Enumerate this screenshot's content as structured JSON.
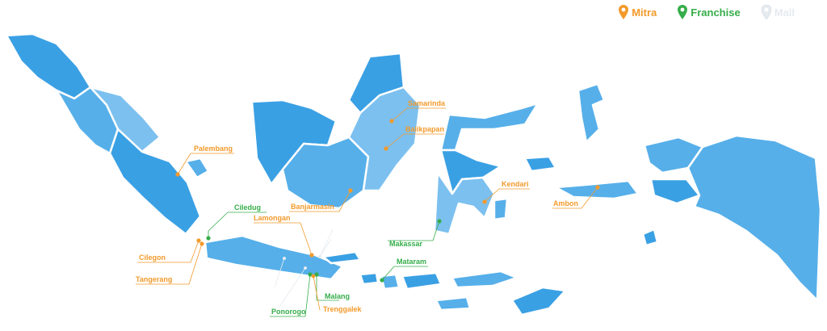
{
  "legend": {
    "mitra": {
      "label": "Mitra",
      "color": "#f39a2b",
      "icon": "map-pin-icon"
    },
    "franchise": {
      "label": "Franchise",
      "color": "#36ad4a",
      "icon": "map-pin-icon"
    },
    "third": {
      "label": "Mall",
      "color": "#e6ebf0",
      "icon": "map-pin-icon"
    }
  },
  "colors": {
    "island_light": "#7cc0ef",
    "island_mid": "#56afe9",
    "island_dark": "#3aa0e4",
    "border": "#ffffff"
  },
  "cities": {
    "palembang": {
      "label": "Palembang",
      "type": "mitra"
    },
    "samarinda": {
      "label": "Samarinda",
      "type": "mitra"
    },
    "balikpapan": {
      "label": "Balikpapan",
      "type": "mitra"
    },
    "banjarmasin": {
      "label": "Banjarmasin",
      "type": "mitra"
    },
    "kendari": {
      "label": "Kendari",
      "type": "mitra"
    },
    "ambon": {
      "label": "Ambon",
      "type": "mitra"
    },
    "ciledug": {
      "label": "Ciledug",
      "type": "franchise"
    },
    "lamongan": {
      "label": "Lamongan",
      "type": "mitra"
    },
    "cilegon": {
      "label": "Cilegon",
      "type": "mitra"
    },
    "tangerang": {
      "label": "Tangerang",
      "type": "mitra"
    },
    "makassar": {
      "label": "Makassar",
      "type": "franchise"
    },
    "mataram": {
      "label": "Mataram",
      "type": "franchise"
    },
    "malang": {
      "label": "Malang",
      "type": "franchise"
    },
    "ponorogo": {
      "label": "Ponorogo",
      "type": "franchise"
    },
    "trenggalek": {
      "label": "Trenggalek",
      "type": "mitra"
    }
  }
}
